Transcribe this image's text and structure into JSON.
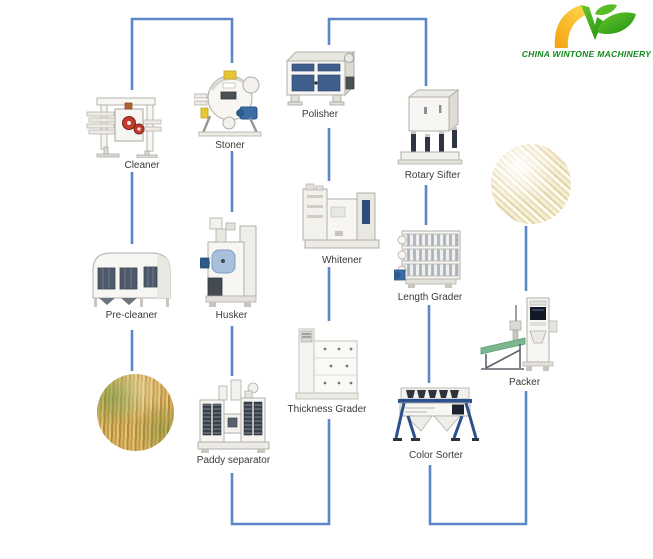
{
  "brand": {
    "name": "CHINA WINTONE MACHINERY",
    "text_color": "#11891a",
    "logo_yellow": "#f5b018",
    "logo_green": "#3fae1e"
  },
  "diagram": {
    "connector_color": "#5b87c8",
    "machines": {
      "cleaner": {
        "label": "Cleaner"
      },
      "stoner": {
        "label": "Stoner"
      },
      "polisher": {
        "label": "Polisher"
      },
      "rotary_sifter": {
        "label": "Rotary Sifter"
      },
      "pre_cleaner": {
        "label": "Pre-cleaner"
      },
      "husker": {
        "label": "Husker"
      },
      "whitener": {
        "label": "Whitener"
      },
      "length_grader": {
        "label": "Length Grader"
      },
      "paddy_separator": {
        "label": "Paddy separator"
      },
      "thickness_grader": {
        "label": "Thickness Grader"
      },
      "color_sorter": {
        "label": "Color Sorter"
      },
      "packer": {
        "label": "Packer"
      }
    },
    "flow_sequence": [
      "Pre-cleaner",
      "Cleaner",
      "Stoner",
      "Husker",
      "Paddy separator",
      "Thickness Grader",
      "Whitener",
      "Polisher",
      "Rotary Sifter",
      "Length Grader",
      "Color Sorter",
      "Packer"
    ],
    "photos": {
      "paddy_circle_icon": "paddy-grain-photo",
      "rice_circle_icon": "white-rice-photo"
    }
  }
}
